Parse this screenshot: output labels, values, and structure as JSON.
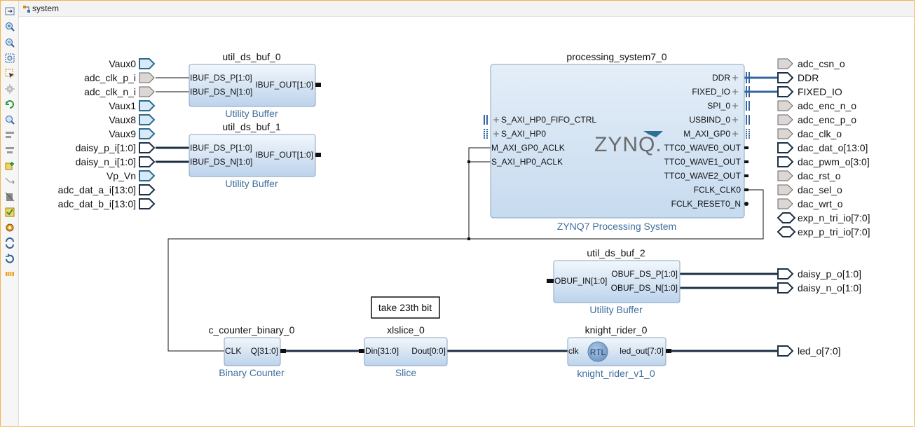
{
  "tab": {
    "title": "system",
    "icon": "diagram-icon"
  },
  "toolbar": [
    {
      "name": "fit-window-icon"
    },
    {
      "name": "zoom-in-icon"
    },
    {
      "name": "zoom-out-icon"
    },
    {
      "name": "zoom-fit-icon"
    },
    {
      "name": "select-area-icon"
    },
    {
      "name": "move-icon"
    },
    {
      "name": "rotate-icon"
    },
    {
      "name": "search-icon"
    },
    {
      "name": "align-left-icon"
    },
    {
      "name": "align-center-icon"
    },
    {
      "name": "add-ip-icon"
    },
    {
      "name": "make-connection-icon"
    },
    {
      "name": "cut-icon"
    },
    {
      "name": "validate-icon"
    },
    {
      "name": "settings-icon"
    },
    {
      "name": "regenerate-layout-icon"
    },
    {
      "name": "refresh-icon"
    },
    {
      "name": "port-icon"
    }
  ],
  "input_ports": [
    "Vaux0",
    "adc_clk_p_i",
    "adc_clk_n_i",
    "Vaux1",
    "Vaux8",
    "Vaux9",
    "daisy_p_i[1:0]",
    "daisy_n_i[1:0]",
    "Vp_Vn",
    "adc_dat_a_i[13:0]",
    "adc_dat_b_i[13:0]"
  ],
  "output_ports_top": [
    "adc_csn_o",
    "DDR",
    "FIXED_IO",
    "adc_enc_n_o",
    "adc_enc_p_o",
    "dac_clk_o",
    "dac_dat_o[13:0]",
    "dac_pwm_o[3:0]",
    "dac_rst_o",
    "dac_sel_o",
    "dac_wrt_o",
    "exp_n_tri_io[7:0]",
    "exp_p_tri_io[7:0]"
  ],
  "output_ports_bottom": [
    "daisy_p_o[1:0]",
    "daisy_n_o[1:0]",
    "led_o[7:0]"
  ],
  "blocks": {
    "util_ds_buf_0": {
      "title": "util_ds_buf_0",
      "subtitle": "Utility Buffer",
      "pins_left": [
        "IBUF_DS_P[1:0]",
        "IBUF_DS_N[1:0]"
      ],
      "pins_right": [
        "IBUF_OUT[1:0]"
      ]
    },
    "util_ds_buf_1": {
      "title": "util_ds_buf_1",
      "subtitle": "Utility Buffer",
      "pins_left": [
        "IBUF_DS_P[1:0]",
        "IBUF_DS_N[1:0]"
      ],
      "pins_right": [
        "IBUF_OUT[1:0]"
      ]
    },
    "processing_system7_0": {
      "title": "processing_system7_0",
      "subtitle": "ZYNQ7 Processing System",
      "logo": "ZYNQ.",
      "pins_left": [
        "S_AXI_HP0_FIFO_CTRL",
        "S_AXI_HP0",
        "M_AXI_GP0_ACLK",
        "S_AXI_HP0_ACLK"
      ],
      "pins_right": [
        "DDR",
        "FIXED_IO",
        "SPI_0",
        "USBIND_0",
        "M_AXI_GP0",
        "TTC0_WAVE0_OUT",
        "TTC0_WAVE1_OUT",
        "TTC0_WAVE2_OUT",
        "FCLK_CLK0",
        "FCLK_RESET0_N"
      ]
    },
    "util_ds_buf_2": {
      "title": "util_ds_buf_2",
      "subtitle": "Utility Buffer",
      "pins_left": [
        "OBUF_IN[1:0]"
      ],
      "pins_right": [
        "OBUF_DS_P[1:0]",
        "OBUF_DS_N[1:0]"
      ]
    },
    "c_counter_binary_0": {
      "title": "c_counter_binary_0",
      "subtitle": "Binary Counter",
      "pins_left": [
        "CLK"
      ],
      "pins_right": [
        "Q[31:0]"
      ]
    },
    "xlslice_0": {
      "title": "xlslice_0",
      "subtitle": "Slice",
      "pins_left": [
        "Din[31:0]"
      ],
      "pins_right": [
        "Dout[0:0]"
      ]
    },
    "knight_rider_0": {
      "title": "knight_rider_0",
      "subtitle": "knight_rider_v1_0",
      "badge": "RTL",
      "pins_left": [
        "clk"
      ],
      "pins_right": [
        "led_out[7:0]"
      ]
    }
  },
  "annotation": "take 23th bit",
  "colors": {
    "block_fill_top": "#f2f7fc",
    "block_fill_bottom": "#bcd3ec",
    "block_border": "#8aa4c2",
    "subtitle": "#3d6f9e",
    "bus": "#3566a0",
    "port_fill": "#d9e9f5",
    "port_stroke": "#1c2f44",
    "wire": "#111111",
    "frame": "#f0b54a"
  }
}
